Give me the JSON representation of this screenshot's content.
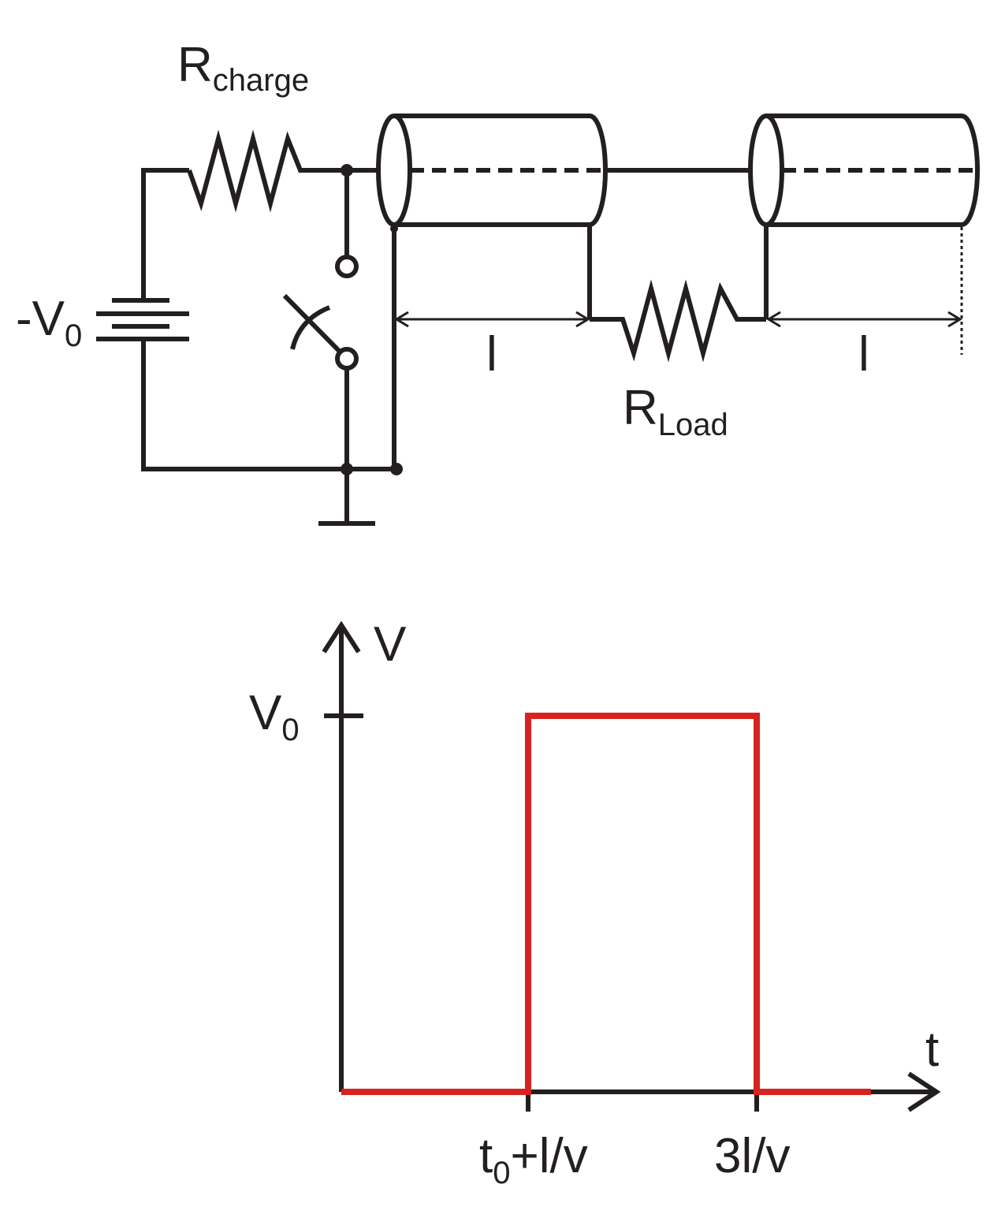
{
  "circuit": {
    "r_charge": {
      "main": "R",
      "sub": "charge"
    },
    "source": {
      "main": "-V",
      "sub": "0"
    },
    "r_load": {
      "main": "R",
      "sub": "Load"
    },
    "length_left": "l",
    "length_right": "l"
  },
  "plot": {
    "y_axis_label": "V",
    "x_axis_label": "t",
    "y_tick": {
      "main": "V",
      "sub": "0"
    },
    "x_tick_1": {
      "main": "t",
      "sub": "0",
      "rest": "+l/v"
    },
    "x_tick_2": "3l/v",
    "pulse_color": "#d7231e",
    "line_color": "#231f20"
  },
  "chart_data": {
    "type": "line",
    "title": "",
    "xlabel": "t",
    "ylabel": "V",
    "x_ticks": [
      "t0+l/v",
      "3l/v"
    ],
    "y_ticks": [
      "V0"
    ],
    "series": [
      {
        "points": [
          {
            "x": "0",
            "y": "0"
          },
          {
            "x": "t0+l/v",
            "y": "0"
          },
          {
            "x": "t0+l/v",
            "y": "V0"
          },
          {
            "x": "3l/v",
            "y": "V0"
          },
          {
            "x": "3l/v",
            "y": "0"
          }
        ]
      }
    ]
  }
}
